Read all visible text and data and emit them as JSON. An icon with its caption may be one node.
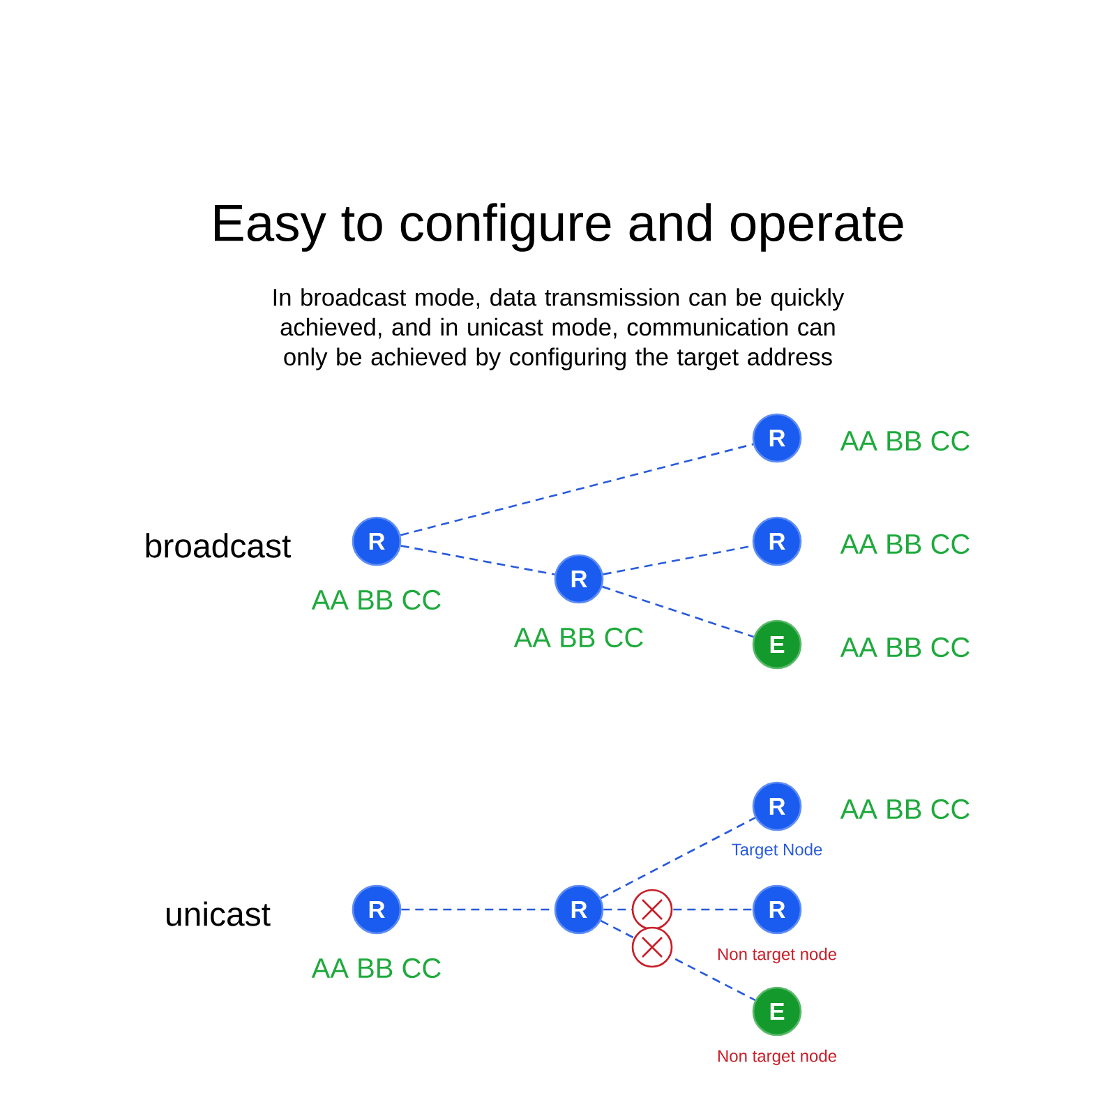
{
  "diagram": {
    "title": "Easy to configure and operate",
    "nodes": [
      {
        "text": [
          "R"
        ],
        "beside": [
          "AA BB CC"
        ]
      },
      {
        "text": [
          "R"
        ],
        "beside": [
          "AA BB CC"
        ]
      },
      {
        "text": [
          "R"
        ],
        "beside": [
          "AA BB CC"
        ]
      },
      {
        "text": [
          "R"
        ],
        "beside": [
          "AA BB CC"
        ]
      },
      {
        "text": [
          "E"
        ],
        "beside": [
          "AA BB CC"
        ]
      },
      {
        "text": [
          "R"
        ],
        "beside": [
          "AA BB CC"
        ]
      },
      {
        "text": [
          "R"
        ]
      },
      {
        "text": [
          "R"
        ],
        "beside": [
          "AA BB CC",
          "Target Node"
        ]
      },
      {
        "text": [
          "R"
        ],
        "beside": [
          "Non target node"
        ]
      },
      {
        "text": [
          "E"
        ],
        "beside": [
          "Non target node"
        ]
      }
    ],
    "edges": [
      {
        "from": 0,
        "to": 2,
        "arrow": "none",
        "style": "dashed"
      },
      {
        "from": 0,
        "to": 1,
        "arrow": "none",
        "style": "dashed"
      },
      {
        "from": 1,
        "to": 3,
        "arrow": "none",
        "style": "dashed"
      },
      {
        "from": 1,
        "to": 4,
        "arrow": "none",
        "style": "dashed"
      },
      {
        "from": 5,
        "to": 6,
        "arrow": "none",
        "style": "dashed"
      },
      {
        "from": 6,
        "to": 7,
        "arrow": "none",
        "style": "dashed"
      },
      {
        "from": 6,
        "to": 8,
        "arrow": "none",
        "style": "dashed"
      },
      {
        "from": 6,
        "to": 9,
        "arrow": "none",
        "style": "dashed"
      }
    ],
    "labels": [
      "In broadcast mode, data transmission can be quickly achieved, and in unicast mode, communication can only be achieved by configuring the target address",
      "broadcast",
      "unicast"
    ]
  }
}
